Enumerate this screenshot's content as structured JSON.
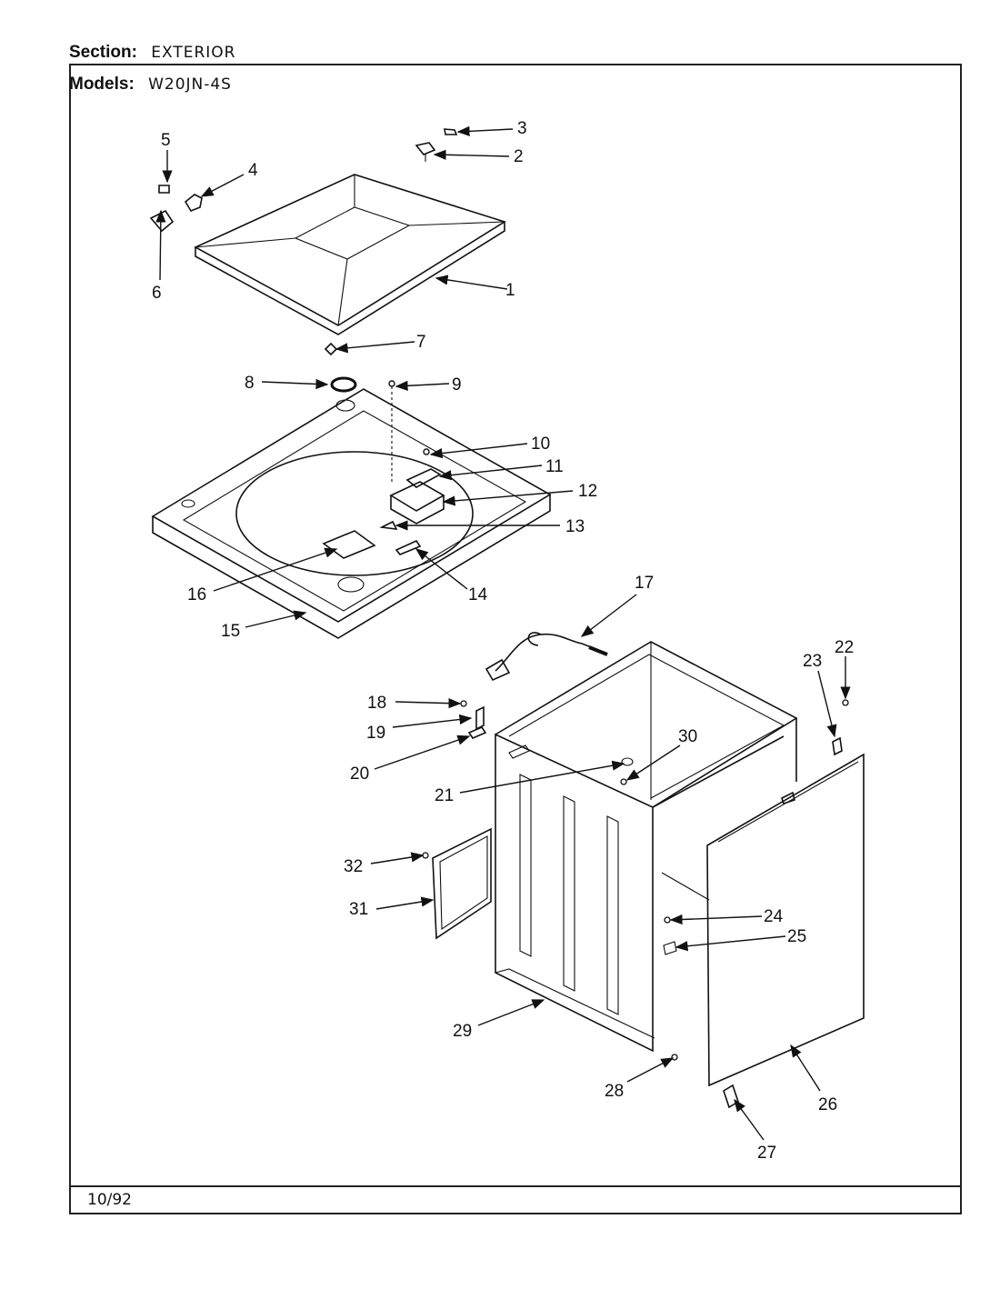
{
  "header": {
    "section_label": "Section:",
    "section_value": "EXTERIOR",
    "models_label": "Models:",
    "models_value": "W20JN-4S"
  },
  "footer": {
    "date": "10/92"
  },
  "callouts": [
    "1",
    "2",
    "3",
    "4",
    "5",
    "6",
    "7",
    "8",
    "9",
    "10",
    "11",
    "12",
    "13",
    "14",
    "15",
    "16",
    "17",
    "18",
    "19",
    "20",
    "21",
    "22",
    "23",
    "24",
    "25",
    "26",
    "27",
    "28",
    "29",
    "30",
    "31",
    "32"
  ]
}
